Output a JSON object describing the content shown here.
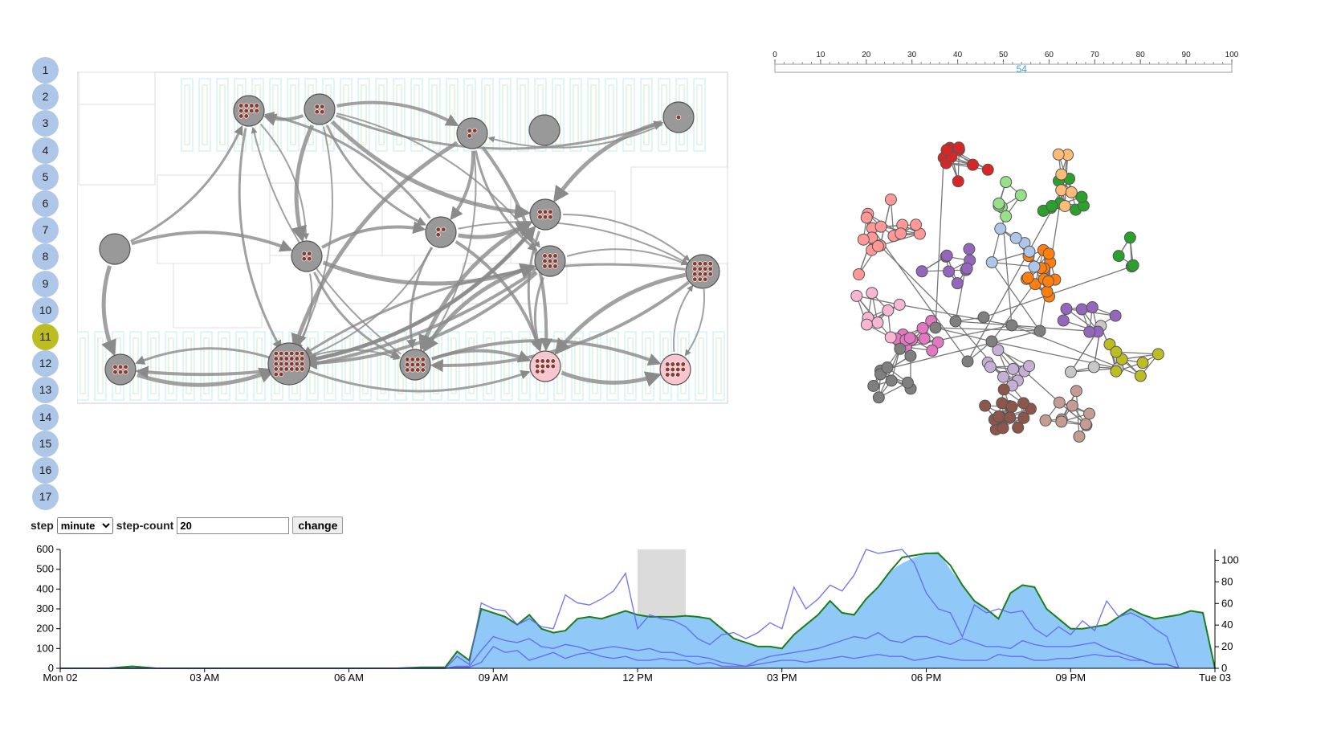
{
  "floor_buttons": {
    "items": [
      "1",
      "2",
      "3",
      "4",
      "5",
      "6",
      "7",
      "8",
      "9",
      "10",
      "11",
      "12",
      "13",
      "14",
      "15",
      "16",
      "17"
    ],
    "active": "11",
    "default_color": "#aec7e8",
    "active_color": "#bcbd22"
  },
  "timeline_slider": {
    "ticks": [
      "0",
      "10",
      "20",
      "30",
      "40",
      "50",
      "60",
      "70",
      "80",
      "90",
      "100"
    ],
    "value": "54",
    "min": 0,
    "max": 100
  },
  "controls": {
    "step_label": "step",
    "step_value": "minute",
    "step_options": [
      "minute"
    ],
    "step_count_label": "step-count",
    "step_count_value": "20",
    "change_label": "change"
  },
  "colors": {
    "zone_fill": "#999999",
    "zone_fill_highlight": "#f7c6d0",
    "person_dot": "#8c3b2e",
    "edge": "#8a8a8a",
    "area_fill": "#90c8f8",
    "total_line": "#1a7f1a",
    "series_line": "#6060ee",
    "brush": "#cccccc"
  },
  "chart_data": {
    "type": "area",
    "x_tick_labels": [
      "Mon 02",
      "03 AM",
      "06 AM",
      "09 AM",
      "12 PM",
      "03 PM",
      "06 PM",
      "09 PM",
      "Tue 03"
    ],
    "y_left_ticks": [
      "0",
      "100",
      "200",
      "300",
      "400",
      "500",
      "600"
    ],
    "y_right_ticks": [
      "0",
      "20",
      "40",
      "60",
      "80",
      "100"
    ],
    "ylim_left": [
      0,
      600
    ],
    "ylim_right": [
      0,
      110
    ],
    "brush_range": [
      "12:00",
      "13:00"
    ],
    "x_hours": [
      0,
      0.5,
      1,
      1.5,
      2,
      2.5,
      3,
      3.5,
      4,
      4.5,
      5,
      5.5,
      6,
      6.5,
      7,
      7.5,
      8,
      8.25,
      8.5,
      8.75,
      9,
      9.25,
      9.5,
      9.75,
      10,
      10.25,
      10.5,
      10.75,
      11,
      11.25,
      11.5,
      11.75,
      12,
      12.25,
      12.5,
      12.75,
      13,
      13.25,
      13.5,
      13.75,
      14,
      14.25,
      14.5,
      14.75,
      15,
      15.25,
      15.5,
      15.75,
      16,
      16.25,
      16.5,
      16.75,
      17,
      17.25,
      17.5,
      17.75,
      18,
      18.25,
      18.5,
      18.75,
      19,
      19.25,
      19.5,
      19.75,
      20,
      20.25,
      20.5,
      20.75,
      21,
      21.25,
      21.5,
      21.75,
      22,
      22.25,
      22.5,
      22.75,
      23,
      23.25,
      23.5,
      23.75,
      24
    ],
    "series": [
      {
        "role": "total_area",
        "values": [
          0,
          0,
          0,
          10,
          0,
          0,
          0,
          0,
          0,
          0,
          0,
          0,
          0,
          0,
          0,
          5,
          5,
          85,
          40,
          300,
          280,
          260,
          220,
          270,
          200,
          180,
          190,
          250,
          260,
          250,
          270,
          290,
          270,
          260,
          260,
          260,
          265,
          260,
          250,
          200,
          150,
          130,
          110,
          110,
          100,
          170,
          220,
          270,
          340,
          280,
          270,
          350,
          410,
          490,
          530,
          560,
          580,
          590,
          500,
          420,
          340,
          300,
          250,
          380,
          420,
          410,
          300,
          250,
          200,
          200,
          210,
          220,
          260,
          300,
          270,
          250,
          260,
          270,
          290,
          280,
          0
        ]
      },
      {
        "role": "total_line",
        "values": [
          0,
          0,
          0,
          10,
          0,
          0,
          0,
          0,
          0,
          0,
          0,
          0,
          0,
          0,
          0,
          5,
          5,
          85,
          40,
          300,
          280,
          260,
          220,
          270,
          200,
          180,
          190,
          250,
          260,
          250,
          270,
          290,
          270,
          260,
          260,
          260,
          265,
          260,
          250,
          200,
          150,
          130,
          110,
          110,
          100,
          170,
          220,
          270,
          340,
          280,
          270,
          350,
          410,
          490,
          560,
          570,
          580,
          580,
          520,
          420,
          340,
          300,
          250,
          380,
          420,
          410,
          300,
          250,
          200,
          200,
          210,
          220,
          260,
          300,
          270,
          250,
          260,
          270,
          290,
          280,
          0
        ]
      },
      {
        "role": "series_a",
        "values": [
          0,
          0,
          0,
          0,
          0,
          0,
          0,
          0,
          0,
          0,
          0,
          0,
          0,
          0,
          0,
          0,
          0,
          60,
          20,
          330,
          300,
          290,
          220,
          250,
          210,
          200,
          370,
          330,
          320,
          350,
          390,
          480,
          200,
          270,
          250,
          240,
          210,
          150,
          120,
          170,
          180,
          150,
          180,
          230,
          200,
          410,
          300,
          350,
          420,
          390,
          470,
          600,
          580,
          590,
          600,
          530,
          380,
          300,
          280,
          160,
          320,
          280,
          300,
          280,
          290,
          200,
          160,
          210,
          170,
          240,
          190,
          340,
          260,
          280,
          250,
          200,
          160,
          0
        ]
      },
      {
        "role": "series_b",
        "values": [
          0,
          0,
          0,
          0,
          0,
          0,
          0,
          0,
          0,
          0,
          0,
          0,
          0,
          0,
          0,
          0,
          0,
          10,
          10,
          90,
          160,
          140,
          130,
          150,
          110,
          100,
          120,
          110,
          90,
          100,
          110,
          100,
          90,
          100,
          80,
          80,
          60,
          60,
          50,
          30,
          20,
          10,
          40,
          60,
          70,
          80,
          90,
          100,
          120,
          140,
          160,
          150,
          180,
          140,
          130,
          160,
          160,
          140,
          120,
          150,
          130,
          110,
          110,
          100,
          140,
          120,
          110,
          110,
          110,
          120,
          130,
          100,
          80,
          60,
          40,
          20,
          20,
          0
        ]
      },
      {
        "role": "series_c",
        "values": [
          0,
          0,
          0,
          0,
          0,
          0,
          0,
          0,
          0,
          0,
          0,
          0,
          0,
          0,
          0,
          0,
          0,
          5,
          5,
          30,
          110,
          80,
          90,
          40,
          60,
          80,
          50,
          70,
          80,
          60,
          50,
          60,
          40,
          40,
          50,
          40,
          40,
          20,
          30,
          10,
          10,
          10,
          20,
          30,
          40,
          40,
          30,
          40,
          50,
          60,
          50,
          60,
          70,
          60,
          60,
          40,
          50,
          60,
          50,
          40,
          40,
          40,
          70,
          60,
          60,
          40,
          40,
          50,
          50,
          60,
          70,
          60,
          60,
          40,
          40,
          20,
          20,
          0
        ]
      }
    ]
  }
}
